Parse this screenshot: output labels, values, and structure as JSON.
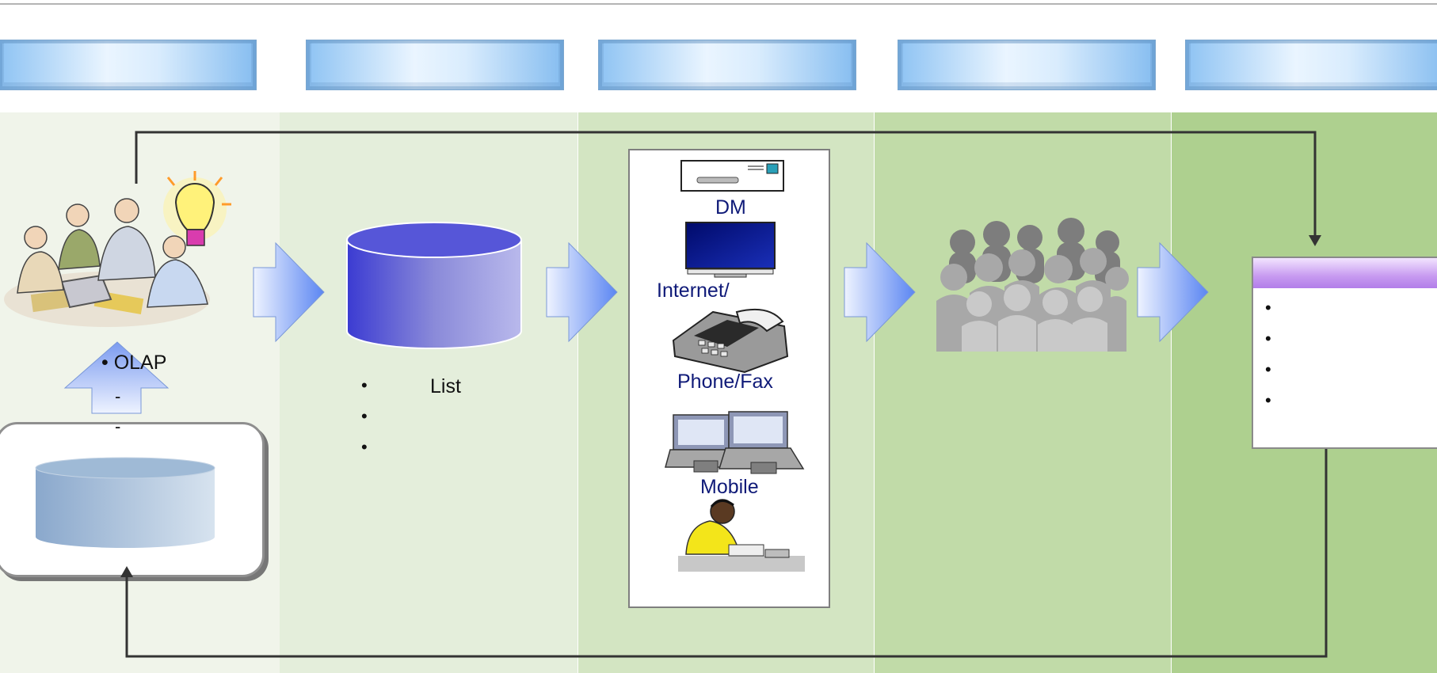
{
  "stages": {
    "analysis": {
      "olap_label": "• OLAP",
      "dash_1": "-",
      "dash_2": "-"
    },
    "list": {
      "bullets": [
        "•",
        "•",
        "•"
      ],
      "list_label": "List"
    },
    "channels": {
      "items": [
        {
          "label": "DM",
          "icon": "mail-envelope-icon"
        },
        {
          "label": "Internet/",
          "icon": "monitor-icon"
        },
        {
          "label": "Phone/Fax",
          "icon": "fax-phone-icon"
        },
        {
          "label": "Mobile",
          "icon": "laptops-icon"
        },
        {
          "label": "",
          "icon": "call-center-agent-icon"
        }
      ]
    },
    "customers": {
      "icon": "customer-crowd-icon"
    },
    "results": {
      "bullets": [
        "•",
        "•",
        "•",
        "•"
      ]
    }
  },
  "colors": {
    "channel_text": "#0f1a78",
    "cylinder_main": "#4f4fdc",
    "cylinder_source": "#9bb7d6",
    "connector": "#333333"
  }
}
